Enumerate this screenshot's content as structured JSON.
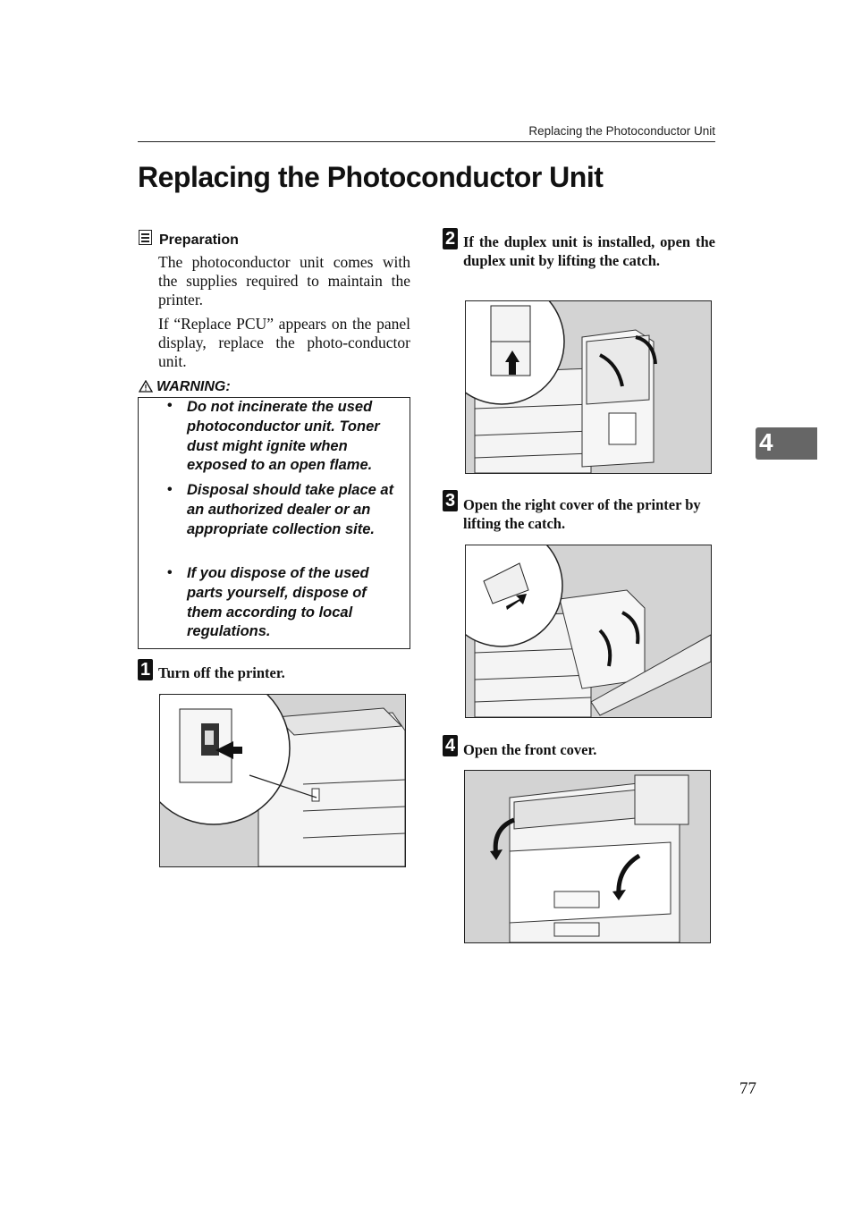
{
  "header": {
    "running_title": "Replacing the Photoconductor Unit"
  },
  "title": "Replacing the Photoconductor Unit",
  "preparation": {
    "heading": "Preparation",
    "paragraphs": [
      "The photoconductor unit comes with the supplies required to maintain the printer.",
      "If “Replace PCU” appears on the panel display, replace the photo-conductor unit."
    ]
  },
  "warning": {
    "heading": "WARNING:",
    "items": [
      "Do not incinerate the used photoconductor unit. Toner dust might ignite when exposed to an open flame.",
      "Disposal should take place at an authorized dealer or an appropriate collection site.",
      "If you dispose of the used parts yourself, dispose of them according to local regulations."
    ]
  },
  "steps": [
    {
      "number": "1",
      "text": "Turn off the printer."
    },
    {
      "number": "2",
      "text": "If the duplex unit is installed, open the duplex unit by lifting the catch."
    },
    {
      "number": "3",
      "text": "Open the right cover of the printer by lifting the catch."
    },
    {
      "number": "4",
      "text": "Open the front cover."
    }
  ],
  "chapter_tab": "4",
  "page_number": "77",
  "icons": [
    "note-icon",
    "warning-triangle-icon",
    "power-switch-icon",
    "arrow-icon"
  ]
}
